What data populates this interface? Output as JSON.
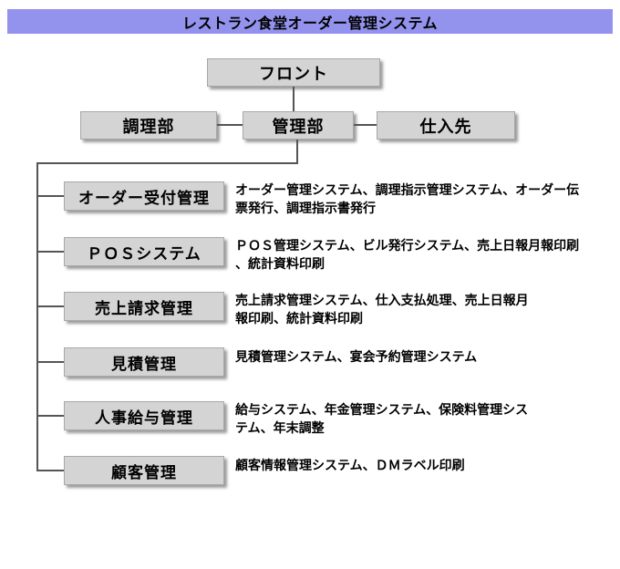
{
  "title": "レストラン食堂オーダー管理システム",
  "colors": {
    "title_bg": "#9393ee",
    "box_bg": "#d4d4d4",
    "box_shadow": "#9c9c9c",
    "connector": "#555555"
  },
  "org": {
    "front": "フロント",
    "kitchen": "調理部",
    "admin": "管理部",
    "supplier": "仕入先"
  },
  "modules": [
    {
      "label": "オーダー受付管理",
      "description": "オーダー管理システム、調理指示管理システム、オーダー伝\n票発行、調理指示書発行"
    },
    {
      "label": "ＰＯＳシステム",
      "description": "ＰＯＳ管理システム、ビル発行システム、売上日報月報印刷\n、統計資料印刷"
    },
    {
      "label": "売上請求管理",
      "description": "売上請求管理システム、仕入支払処理、売上日報月\n報印刷、統計資料印刷"
    },
    {
      "label": "見積管理",
      "description": "見積管理システム、宴会予約管理システム"
    },
    {
      "label": "人事給与管理",
      "description": "給与システム、年金管理システム、保険料管理シス\nテム、年末調整"
    },
    {
      "label": "顧客管理",
      "description": "顧客情報管理システム、ＤＭラベル印刷"
    }
  ]
}
